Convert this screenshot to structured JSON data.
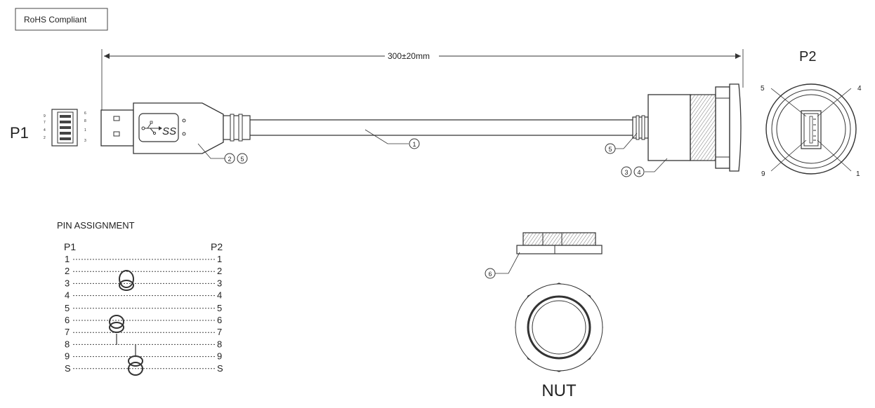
{
  "rohs_label": "RoHS Compliant",
  "dimension": {
    "length_label": "300±20mm"
  },
  "connectors": {
    "p1_label": "P1",
    "p2_label": "P2",
    "p1_pin_numbers": [
      "9",
      "7",
      "4",
      "2",
      "6",
      "8",
      "1",
      "3"
    ],
    "p2_face_pins": {
      "top_left": "5",
      "top_right": "4",
      "bottom_left": "9",
      "bottom_right": "1"
    },
    "usb_logo_text": "SS"
  },
  "callouts": {
    "c1": "1",
    "c2": "2",
    "c3": "3",
    "c4": "4",
    "c5a": "5",
    "c5b": "5",
    "c6": "6"
  },
  "pin_assignment": {
    "title": "PIN  ASSIGNMENT",
    "header_left": "P1",
    "header_right": "P2",
    "rows": [
      {
        "left": "1",
        "right": "1"
      },
      {
        "left": "2",
        "right": "2"
      },
      {
        "left": "3",
        "right": "3"
      },
      {
        "left": "4",
        "right": "4"
      },
      {
        "left": "5",
        "right": "5"
      },
      {
        "left": "6",
        "right": "6"
      },
      {
        "left": "7",
        "right": "7"
      },
      {
        "left": "8",
        "right": "8"
      },
      {
        "left": "9",
        "right": "9"
      },
      {
        "left": "S",
        "right": "S"
      }
    ]
  },
  "nut": {
    "label": "NUT"
  }
}
